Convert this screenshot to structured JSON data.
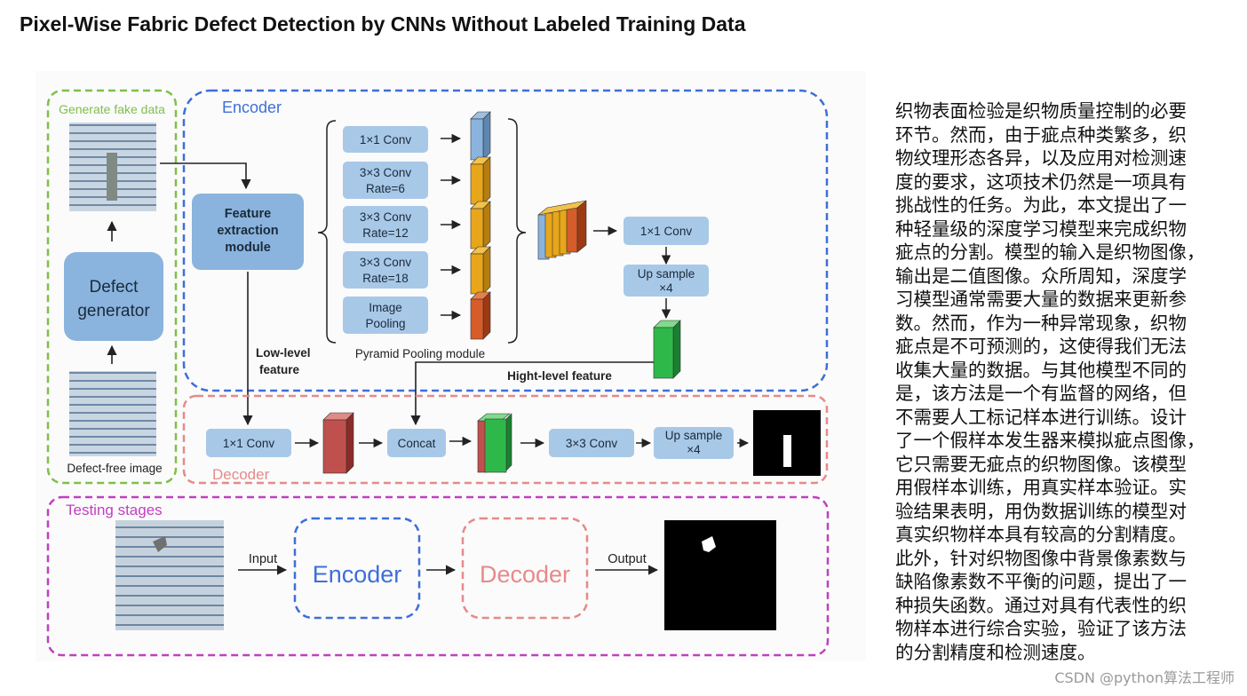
{
  "title": "Pixel-Wise Fabric Defect Detection by CNNs Without Labeled Training Data",
  "diagram": {
    "generate_label": "Generate fake data",
    "defect_generator": [
      "Defect",
      "generator"
    ],
    "defect_free_label": "Defect-free image",
    "encoder_label": "Encoder",
    "feature_extraction": [
      "Feature",
      "extraction",
      "module"
    ],
    "pyramid": {
      "conv1": "1×1 Conv",
      "conv3_6": [
        "3×3 Conv",
        "Rate=6"
      ],
      "conv3_12": [
        "3×3 Conv",
        "Rate=12"
      ],
      "conv3_18": [
        "3×3 Conv",
        "Rate=18"
      ],
      "pooling": [
        "Image",
        "Pooling"
      ],
      "label": "Pyramid Pooling module"
    },
    "enc_conv1": "1×1 Conv",
    "enc_upsample": [
      "Up sample",
      "×4"
    ],
    "low_level": [
      "Low-level",
      "feature"
    ],
    "high_level": "Hight-level feature",
    "decoder_label": "Decoder",
    "dec_conv1": "1×1 Conv",
    "concat": "Concat",
    "dec_conv3": "3×3 Conv",
    "dec_upsample": [
      "Up sample",
      "×4"
    ],
    "testing_label": "Testing stages",
    "input_label": "Input",
    "test_encoder": "Encoder",
    "test_decoder": "Decoder",
    "output_label": "Output",
    "colors": {
      "green_dash": "#7fbf4a",
      "blue_dash": "#3e6fd9",
      "red_dash": "#e68a8a",
      "purple_dash": "#c040c0",
      "box_blue": "#a8c8e8",
      "box_dark_blue": "#8ab4de",
      "orange": "#e8a61a",
      "red_orange": "#d65c2a",
      "green": "#2fb84a",
      "crimson": "#c0504d"
    }
  },
  "paragraph": [
    "织物表面检验是织物质量控制的必要",
    "环节。然而，由于疵点种类繁多，织",
    "物纹理形态各异，以及应用对检测速",
    "度的要求，这项技术仍然是一项具有",
    "挑战性的任务。为此，本文提出了一",
    "种轻量级的深度学习模型来完成织物",
    "疵点的分割。模型的输入是织物图像，",
    "输出是二值图像。众所周知，深度学",
    "习模型通常需要大量的数据来更新参",
    "数。然而，作为一种异常现象，织物",
    "疵点是不可预测的，这使得我们无法",
    "收集大量的数据。与其他模型不同的",
    "是，该方法是一个有监督的网络，但",
    "不需要人工标记样本进行训练。设计",
    "了一个假样本发生器来模拟疵点图像，",
    "它只需要无疵点的织物图像。该模型",
    "用假样本训练，用真实样本验证。实",
    "验结果表明，用伪数据训练的模型对",
    "真实织物样本具有较高的分割精度。",
    "此外，针对织物图像中背景像素数与",
    "缺陷像素数不平衡的问题，提出了一",
    "种损失函数。通过对具有代表性的织",
    "物样本进行综合实验，验证了该方法",
    "的分割精度和检测速度。"
  ],
  "watermark": "CSDN @python算法工程师"
}
